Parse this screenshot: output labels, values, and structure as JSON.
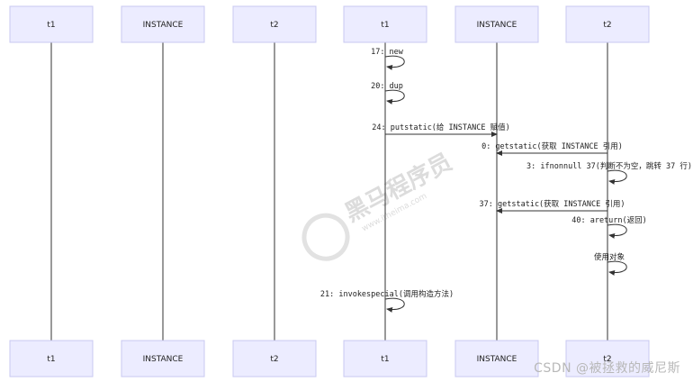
{
  "actors": [
    "t1",
    "INSTANCE",
    "t2",
    "t1",
    "INSTANCE",
    "t2"
  ],
  "messages": [
    {
      "from": 3,
      "to": 3,
      "label": "17: new"
    },
    {
      "from": 3,
      "to": 3,
      "label": "20: dup"
    },
    {
      "from": 3,
      "to": 4,
      "label": "24: putstatic(给 INSTANCE 赋值)"
    },
    {
      "from": 5,
      "to": 4,
      "label": "0: getstatic(获取 INSTANCE 引用)"
    },
    {
      "from": 5,
      "to": 5,
      "label": "3: ifnonnull 37(判断不为空，跳转 37 行)"
    },
    {
      "from": 5,
      "to": 4,
      "label": "37: getstatic(获取 INSTANCE 引用)"
    },
    {
      "from": 5,
      "to": 5,
      "label": "40: areturn(返回)"
    },
    {
      "from": 5,
      "to": 5,
      "label": "使用对象"
    },
    {
      "from": 3,
      "to": 3,
      "label": "21: invokespecial(调用构造方法)"
    }
  ],
  "watermark": {
    "brand": "黑马程序员",
    "url": "www.itheima.com"
  },
  "csdn_watermark": "CSDN @被拯救的威尼斯"
}
